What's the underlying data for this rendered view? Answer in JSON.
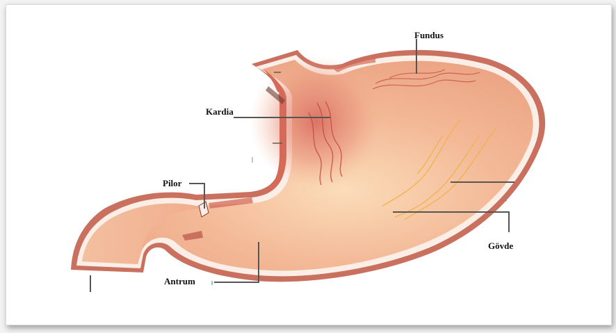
{
  "labels": {
    "fundus": "Fundus",
    "kardia": "Kardia",
    "pilor": "Pilor",
    "antrum": "Antrum",
    "govde": "Gövde"
  },
  "colors": {
    "wall_outer": "#c9705f",
    "wall_cream": "#fbeee6",
    "body_fill": "#f3b493",
    "inner_dark": "#d46a57",
    "vein_red": "#c44b43",
    "vein_orange": "#f2b24e",
    "leader": "#555555"
  }
}
